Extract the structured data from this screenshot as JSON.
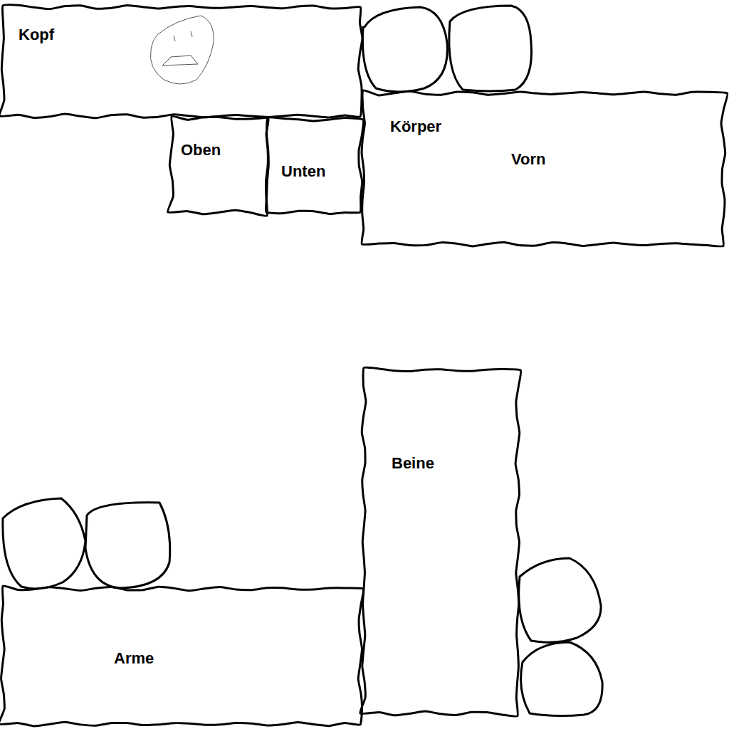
{
  "diagram": {
    "nodes": [
      {
        "text": [
          "Kopf"
        ]
      },
      {
        "text": [
          "Oben"
        ]
      },
      {
        "text": [
          "Unten"
        ]
      },
      {
        "text": [
          "Körper",
          "Vorn"
        ]
      },
      {
        "text": [
          "Beine"
        ]
      },
      {
        "text": [
          "Arme"
        ]
      }
    ]
  }
}
